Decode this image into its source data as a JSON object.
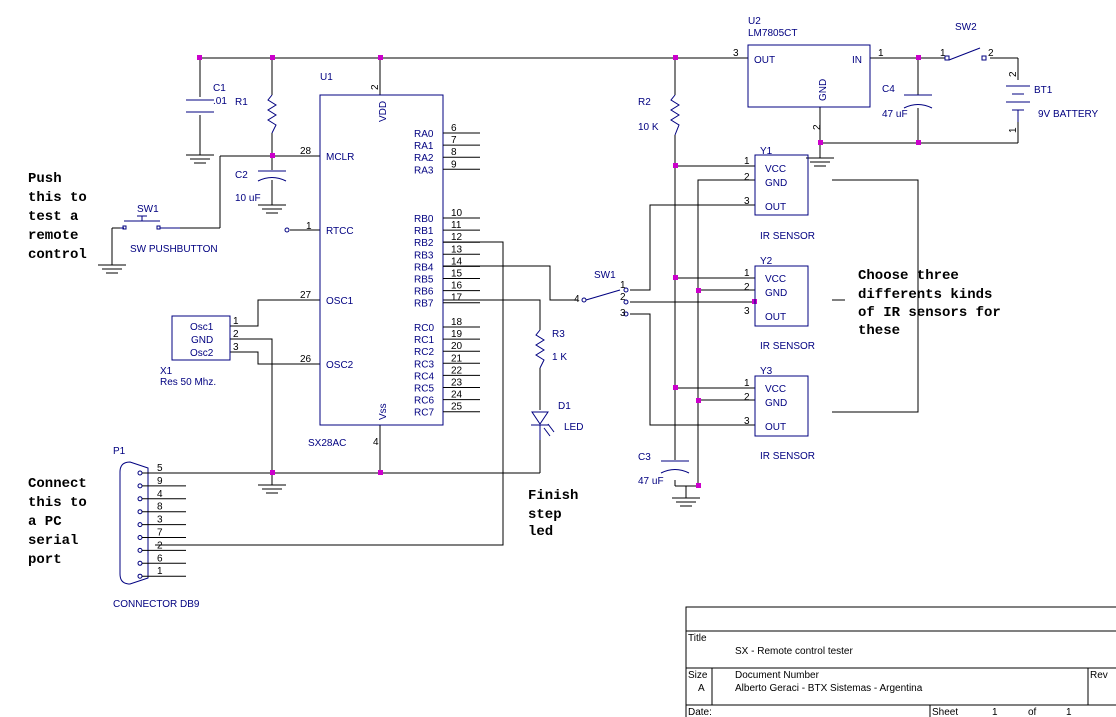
{
  "colors": {
    "wire": "#000000",
    "part": "#000080",
    "junction": "#cc00cc",
    "note": "#000000"
  },
  "notes": {
    "push": [
      "Push",
      "this to",
      "test a",
      "remote",
      "control"
    ],
    "connect": [
      "Connect",
      "this to",
      "a PC",
      "serial",
      "port"
    ],
    "finish": [
      "Finish",
      "step",
      "led"
    ],
    "choose": [
      "Choose three",
      "differents kinds",
      "of IR sensors for",
      "these"
    ]
  },
  "u1": {
    "ref": "U1",
    "value": "SX28AC",
    "vdd": "VDD",
    "vss": "Vss",
    "mclr": "MCLR",
    "rtcc": "RTCC",
    "osc1": "OSC1",
    "osc2": "OSC2",
    "pin_vdd": "2",
    "pin_vss": "4",
    "pin_mclr": "28",
    "pin_rtcc": "1",
    "pin_osc1": "27",
    "pin_osc2": "26",
    "ra_pins": [
      {
        "name": "RA0",
        "num": "6"
      },
      {
        "name": "RA1",
        "num": "7"
      },
      {
        "name": "RA2",
        "num": "8"
      },
      {
        "name": "RA3",
        "num": "9"
      }
    ],
    "rb_pins": [
      {
        "name": "RB0",
        "num": "10"
      },
      {
        "name": "RB1",
        "num": "11"
      },
      {
        "name": "RB2",
        "num": "12"
      },
      {
        "name": "RB3",
        "num": "13"
      },
      {
        "name": "RB4",
        "num": "14"
      },
      {
        "name": "RB5",
        "num": "15"
      },
      {
        "name": "RB6",
        "num": "16"
      },
      {
        "name": "RB7",
        "num": "17"
      }
    ],
    "rc_pins": [
      {
        "name": "RC0",
        "num": "18"
      },
      {
        "name": "RC1",
        "num": "19"
      },
      {
        "name": "RC2",
        "num": "20"
      },
      {
        "name": "RC3",
        "num": "21"
      },
      {
        "name": "RC4",
        "num": "22"
      },
      {
        "name": "RC5",
        "num": "23"
      },
      {
        "name": "RC6",
        "num": "24"
      },
      {
        "name": "RC7",
        "num": "25"
      }
    ]
  },
  "c1": {
    "ref": "C1",
    "value": ".01"
  },
  "r1": {
    "ref": "R1"
  },
  "c2": {
    "ref": "C2",
    "value": "10 uF"
  },
  "sw1_push": {
    "ref": "SW1",
    "value": "SW PUSHBUTTON"
  },
  "x1": {
    "ref": "X1",
    "value": "Res 50 Mhz.",
    "pins": [
      "Osc1",
      "GND",
      "Osc2"
    ],
    "nums": [
      "1",
      "2",
      "3"
    ]
  },
  "p1": {
    "ref": "P1",
    "value": "CONNECTOR DB9",
    "pins": [
      "5",
      "9",
      "4",
      "8",
      "3",
      "7",
      "2",
      "6",
      "1"
    ]
  },
  "r3": {
    "ref": "R3",
    "value": "1 K"
  },
  "d1": {
    "ref": "D1",
    "value": "LED"
  },
  "u2": {
    "ref": "U2",
    "value": "LM7805CT",
    "out": "OUT",
    "in": "IN",
    "gnd": "GND",
    "pin_out": "3",
    "pin_in": "1",
    "pin_gnd": "2"
  },
  "sw2": {
    "ref": "SW2",
    "pin1": "1",
    "pin2": "2"
  },
  "c4": {
    "ref": "C4",
    "value": "47 uF"
  },
  "bt1": {
    "ref": "BT1",
    "value": "9V BATTERY",
    "pin_top": "2",
    "pin_bottom": "1"
  },
  "r2": {
    "ref": "R2",
    "value": "10 K"
  },
  "c3": {
    "ref": "C3",
    "value": "47 uF"
  },
  "sw1_rot": {
    "ref": "SW1",
    "pins": [
      "1",
      "2",
      "3",
      "4"
    ]
  },
  "sensors": [
    {
      "ref": "Y1",
      "value": "IR SENSOR",
      "vcc": "VCC",
      "gnd": "GND",
      "out": "OUT",
      "nums": [
        "1",
        "2",
        "3"
      ]
    },
    {
      "ref": "Y2",
      "value": "IR SENSOR",
      "vcc": "VCC",
      "gnd": "GND",
      "out": "OUT",
      "nums": [
        "1",
        "2",
        "3"
      ]
    },
    {
      "ref": "Y3",
      "value": "IR SENSOR",
      "vcc": "VCC",
      "gnd": "GND",
      "out": "OUT",
      "nums": [
        "1",
        "2",
        "3"
      ]
    }
  ],
  "title_block": {
    "title_label": "Title",
    "title": "SX - Remote control tester",
    "size_label": "Size",
    "size": "A",
    "docnum_label": "Document Number",
    "docnum": "Alberto Geraci - BTX Sistemas - Argentina",
    "rev_label": "Rev",
    "date_label": "Date:",
    "sheet_label": "Sheet",
    "sheet_num": "1",
    "of_label": "of",
    "sheet_total": "1"
  }
}
